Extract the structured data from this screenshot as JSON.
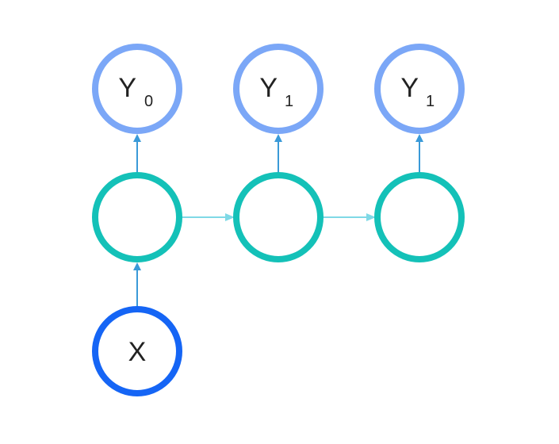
{
  "colors": {
    "output_node": "#7ba7f7",
    "hidden_node": "#14c1b8",
    "input_node": "#1565f5",
    "edge_vertical": "#3a9ad8",
    "edge_horizontal": "#7fd9e6",
    "text": "#222222"
  },
  "nodes": {
    "output_0": {
      "label": "Y",
      "sub": "0"
    },
    "output_1": {
      "label": "Y",
      "sub": "1"
    },
    "output_2": {
      "label": "Y",
      "sub": "1"
    },
    "input": {
      "label": "X"
    }
  }
}
